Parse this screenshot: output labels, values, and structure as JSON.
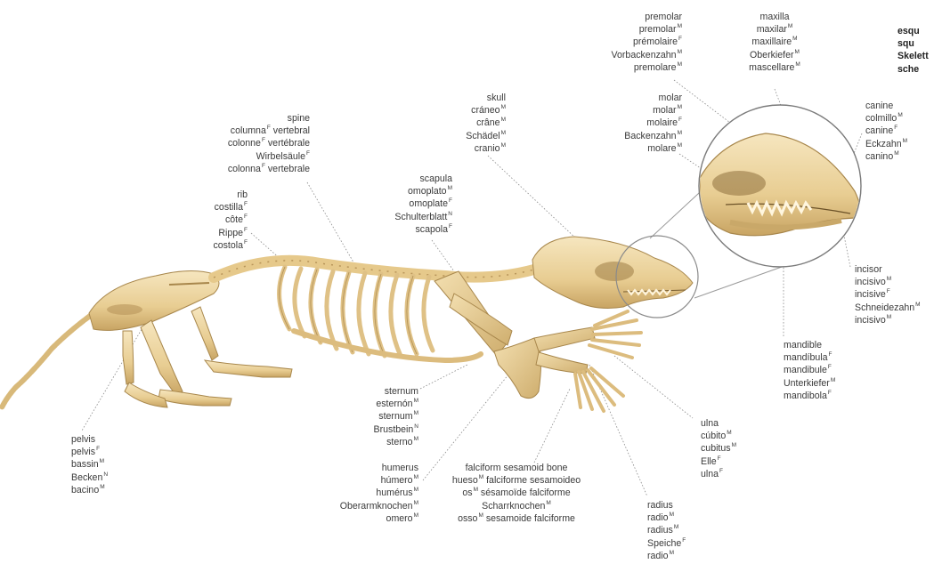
{
  "colors": {
    "bone": "#edd6a3",
    "bone_shade": "#c9a869",
    "bone_dark": "#a8874c",
    "leader": "#8a8a8a",
    "text": "#3a3a3a"
  },
  "labels": {
    "spine": [
      {
        "t": "spine",
        "g": ""
      },
      {
        "t": "columna",
        "g": "F",
        "s": " vertebral"
      },
      {
        "t": "colonne",
        "g": "F",
        "s": " vertébrale"
      },
      {
        "t": "Wirbelsäule",
        "g": "F"
      },
      {
        "t": "colonna",
        "g": "F",
        "s": " vertebrale"
      }
    ],
    "rib": [
      {
        "t": "rib",
        "g": ""
      },
      {
        "t": "costilla",
        "g": "F"
      },
      {
        "t": "côte",
        "g": "F"
      },
      {
        "t": "Rippe",
        "g": "F"
      },
      {
        "t": "costola",
        "g": "F"
      }
    ],
    "skull": [
      {
        "t": "skull",
        "g": ""
      },
      {
        "t": "cráneo",
        "g": "M"
      },
      {
        "t": "crâne",
        "g": "M"
      },
      {
        "t": "Schädel",
        "g": "M"
      },
      {
        "t": "cranio",
        "g": "M"
      }
    ],
    "scapula": [
      {
        "t": "scapula",
        "g": ""
      },
      {
        "t": "omoplato",
        "g": "M"
      },
      {
        "t": "omoplate",
        "g": "F"
      },
      {
        "t": "Schulterblatt",
        "g": "N"
      },
      {
        "t": "scapola",
        "g": "F"
      }
    ],
    "premolar": [
      {
        "t": "premolar",
        "g": ""
      },
      {
        "t": "premolar",
        "g": "M"
      },
      {
        "t": "prémolaire",
        "g": "F"
      },
      {
        "t": "Vorbackenzahn",
        "g": "M"
      },
      {
        "t": "premolare",
        "g": "M"
      }
    ],
    "molar": [
      {
        "t": "molar",
        "g": ""
      },
      {
        "t": "molar",
        "g": "M"
      },
      {
        "t": "molaire",
        "g": "F"
      },
      {
        "t": "Backenzahn",
        "g": "M"
      },
      {
        "t": "molare",
        "g": "M"
      }
    ],
    "maxilla": [
      {
        "t": "maxilla",
        "g": ""
      },
      {
        "t": "maxilar",
        "g": "M"
      },
      {
        "t": "maxillaire",
        "g": "M"
      },
      {
        "t": "Oberkiefer",
        "g": "M"
      },
      {
        "t": "mascellare",
        "g": "M"
      }
    ],
    "skeleton": [
      {
        "t": "esqu",
        "g": ""
      },
      {
        "t": "squ",
        "g": ""
      },
      {
        "t": "Skelett",
        "g": ""
      },
      {
        "t": "sche",
        "g": ""
      }
    ],
    "canine": [
      {
        "t": "canine",
        "g": ""
      },
      {
        "t": "colmillo",
        "g": "M"
      },
      {
        "t": "canine",
        "g": "F"
      },
      {
        "t": "Eckzahn",
        "g": "M"
      },
      {
        "t": "canino",
        "g": "M"
      }
    ],
    "incisor": [
      {
        "t": "incisor",
        "g": ""
      },
      {
        "t": "incisivo",
        "g": "M"
      },
      {
        "t": "incisive",
        "g": "F"
      },
      {
        "t": "Schneidezahn",
        "g": "M"
      },
      {
        "t": "incisivo",
        "g": "M"
      }
    ],
    "mandible": [
      {
        "t": "mandible",
        "g": ""
      },
      {
        "t": "mandíbula",
        "g": "F"
      },
      {
        "t": "mandibule",
        "g": "F"
      },
      {
        "t": "Unterkiefer",
        "g": "M"
      },
      {
        "t": "mandibola",
        "g": "F"
      }
    ],
    "pelvis": [
      {
        "t": "pelvis",
        "g": ""
      },
      {
        "t": "pelvis",
        "g": "F"
      },
      {
        "t": "bassin",
        "g": "M"
      },
      {
        "t": "Becken",
        "g": "N"
      },
      {
        "t": "bacino",
        "g": "M"
      }
    ],
    "sternum": [
      {
        "t": "sternum",
        "g": ""
      },
      {
        "t": "esternón",
        "g": "M"
      },
      {
        "t": "sternum",
        "g": "M"
      },
      {
        "t": "Brustbein",
        "g": "N"
      },
      {
        "t": "sterno",
        "g": "M"
      }
    ],
    "humerus": [
      {
        "t": "humerus",
        "g": ""
      },
      {
        "t": "húmero",
        "g": "M"
      },
      {
        "t": "humérus",
        "g": "M"
      },
      {
        "t": "Oberarmknochen",
        "g": "M"
      },
      {
        "t": "omero",
        "g": "M"
      }
    ],
    "falciform": [
      {
        "t": "falciform sesamoid bone",
        "g": ""
      },
      {
        "t": "hueso",
        "g": "M",
        "s": " falciforme sesamoideo"
      },
      {
        "t": "os",
        "g": "M",
        "s": " sésamoïde falciforme"
      },
      {
        "t": "Scharrknochen",
        "g": "M"
      },
      {
        "t": "osso",
        "g": "M",
        "s": " sesamoide falciforme"
      }
    ],
    "ulna": [
      {
        "t": "ulna",
        "g": ""
      },
      {
        "t": "cúbito",
        "g": "M"
      },
      {
        "t": "cubitus",
        "g": "M"
      },
      {
        "t": "Elle",
        "g": "F"
      },
      {
        "t": "ulna",
        "g": "F"
      }
    ],
    "radius": [
      {
        "t": "radius",
        "g": ""
      },
      {
        "t": "radio",
        "g": "M"
      },
      {
        "t": "radius",
        "g": "M"
      },
      {
        "t": "Speiche",
        "g": "F"
      },
      {
        "t": "radio",
        "g": "M"
      }
    ]
  }
}
